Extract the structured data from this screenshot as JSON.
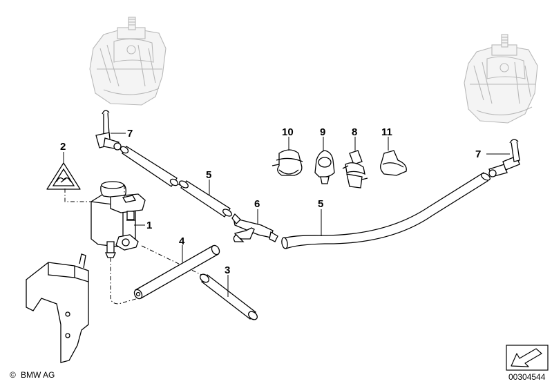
{
  "callouts": [
    {
      "id": "label-1",
      "text": "1"
    },
    {
      "id": "label-2",
      "text": "2"
    },
    {
      "id": "label-3",
      "text": "3"
    },
    {
      "id": "label-4",
      "text": "4"
    },
    {
      "id": "label-5a",
      "text": "5"
    },
    {
      "id": "label-5b",
      "text": "5"
    },
    {
      "id": "label-6",
      "text": "6"
    },
    {
      "id": "label-7a",
      "text": "7"
    },
    {
      "id": "label-7b",
      "text": "7"
    },
    {
      "id": "label-8",
      "text": "8"
    },
    {
      "id": "label-9",
      "text": "9"
    },
    {
      "id": "label-10",
      "text": "10"
    },
    {
      "id": "label-11",
      "text": "11"
    }
  ],
  "footer": {
    "copyright_symbol": "©",
    "brand": "BMW AG",
    "diagram_number": "00304544"
  }
}
